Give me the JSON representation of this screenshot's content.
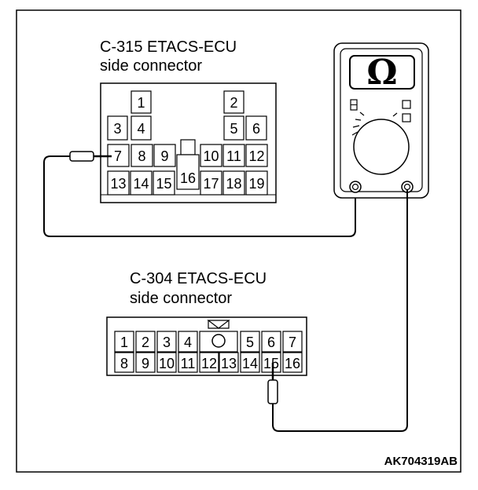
{
  "connectors": {
    "c315": {
      "title_line1": "C-315 ETACS-ECU",
      "title_line2": "side connector",
      "pins": [
        "1",
        "2",
        "3",
        "4",
        "5",
        "6",
        "7",
        "8",
        "9",
        "10",
        "11",
        "12",
        "13",
        "14",
        "15",
        "16",
        "17",
        "18",
        "19"
      ]
    },
    "c304": {
      "title_line1": "C-304 ETACS-ECU",
      "title_line2": "side connector",
      "pins": [
        "1",
        "2",
        "3",
        "4",
        "5",
        "6",
        "7",
        "8",
        "9",
        "10",
        "11",
        "12",
        "13",
        "14",
        "15",
        "16"
      ]
    }
  },
  "meter": {
    "symbol": "Ω",
    "mode": "resistance"
  },
  "figure_code": "AK704319AB"
}
